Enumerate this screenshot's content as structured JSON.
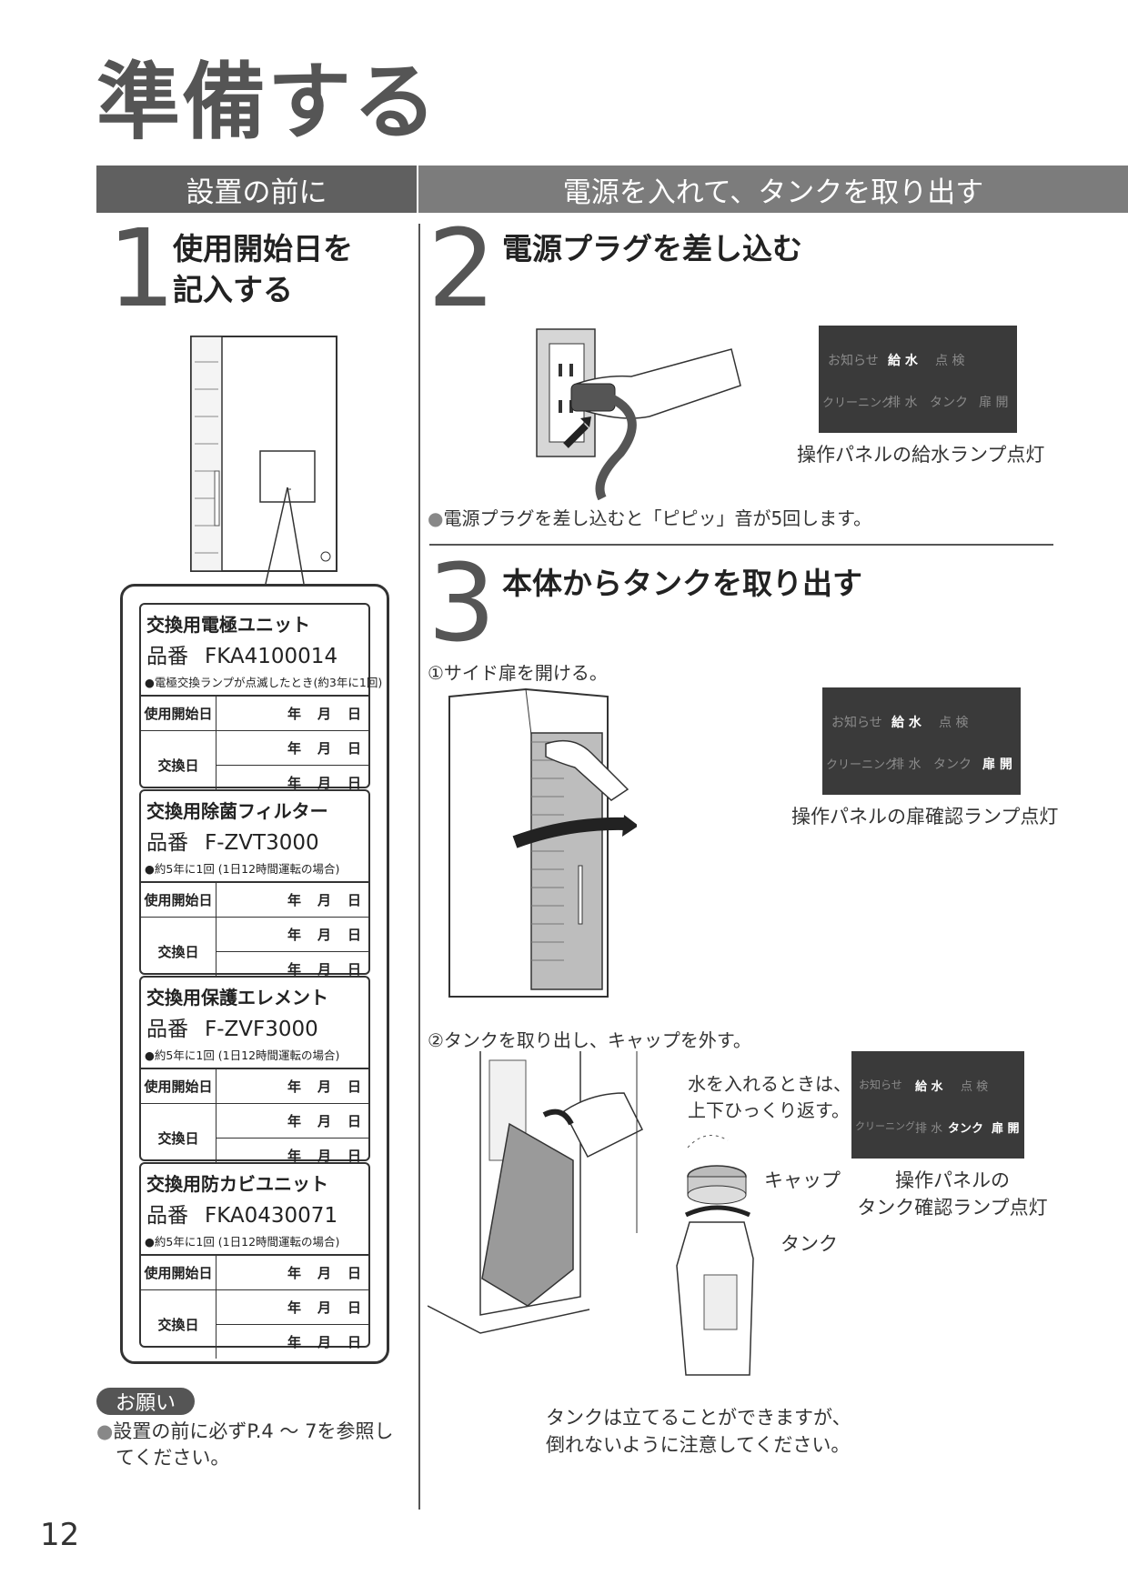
{
  "page_title": "準備する",
  "header": {
    "left": "設置の前に",
    "right": "電源を入れて、タンクを取り出す"
  },
  "step1": {
    "num": "1",
    "line1": "使用開始日を",
    "line2": "記入する"
  },
  "step2": {
    "num": "2",
    "title": "電源プラグを差し込む",
    "note": "電源プラグを差し込むと「ピピッ」音が5回します。",
    "panel_caption": "操作パネルの給水ランプ点灯"
  },
  "step3": {
    "num": "3",
    "title": "本体からタンクを取り出す",
    "sub1": "①サイド扉を開ける。",
    "panel1_caption": "操作パネルの扉確認ランプ点灯",
    "sub2": "②タンクを取り出し、キャップを外す。",
    "callout1": "水を入れるときは、",
    "callout2": "上下ひっくり返す。",
    "cap_label": "キャップ",
    "tank_label": "タンク",
    "panel2_caption1": "操作パネルの",
    "panel2_caption2": "タンク確認ランプ点灯",
    "stand1": "タンクは立てることができますが、",
    "stand2": "倒れないように注意してください。"
  },
  "panel": {
    "info": "お知らせ",
    "supply": "給 水",
    "check": "点 検",
    "clean": "クリーニング",
    "drain": "排 水",
    "tank": "タンク",
    "door": "扉 開"
  },
  "cards": [
    {
      "name": "交換用電極ユニット",
      "model_label": "品番",
      "model": "FKA4100014",
      "note": "●電極交換ランプが点滅したとき(約3年に1回)"
    },
    {
      "name": "交換用除菌フィルター",
      "model_label": "品番",
      "model": "F-ZVT3000",
      "note": "●約5年に1回 (1日12時間運転の場合)"
    },
    {
      "name": "交換用保護エレメント",
      "model_label": "品番",
      "model": "F-ZVF3000",
      "note": "●約5年に1回 (1日12時間運転の場合)"
    },
    {
      "name": "交換用防カビユニット",
      "model_label": "品番",
      "model": "FKA0430071",
      "note": "●約5年に1回 (1日12時間運転の場合)"
    }
  ],
  "table": {
    "start_label": "使用開始日",
    "replace_label": "交換日",
    "year": "年",
    "month": "月",
    "day": "日"
  },
  "request": {
    "badge": "お願い",
    "line1": "設置の前に必ずP.4 ～ 7を参照し",
    "line2": "てください。"
  },
  "page_number": "12",
  "colors": {
    "header_dark": "#606060",
    "header_light": "#7c7c7c",
    "panel": "#3a3a3a"
  }
}
